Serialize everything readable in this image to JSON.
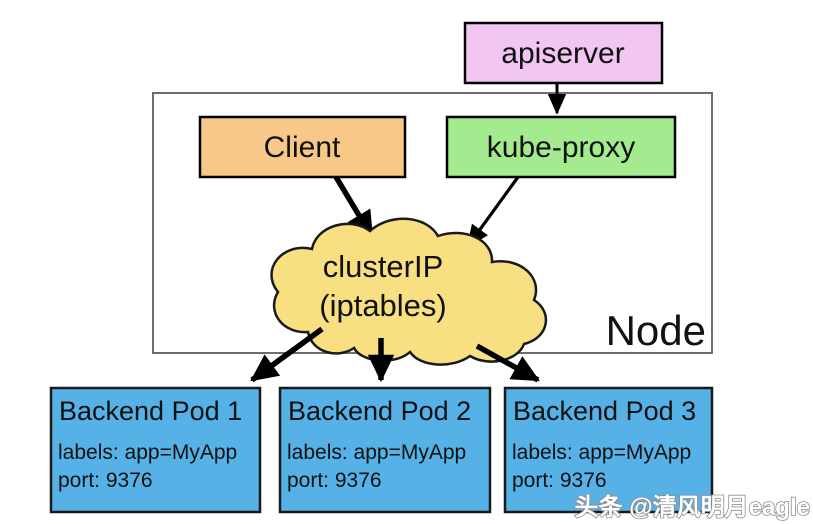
{
  "diagram": {
    "title_semantic": "Kubernetes Service clusterIP (iptables) proxy-mode diagram",
    "apiserver": {
      "label": "apiserver"
    },
    "node": {
      "label": "Node"
    },
    "client": {
      "label": "Client"
    },
    "kube_proxy": {
      "label": "kube-proxy"
    },
    "cluster_ip": {
      "line1": "clusterIP",
      "line2": "(iptables)"
    },
    "pods": [
      {
        "title": "Backend Pod 1",
        "labels": "labels: app=MyApp",
        "port": "port: 9376"
      },
      {
        "title": "Backend Pod 2",
        "labels": "labels: app=MyApp",
        "port": "port: 9376"
      },
      {
        "title": "Backend Pod 3",
        "labels": "labels: app=MyApp",
        "port": "port: 9376"
      }
    ],
    "edges": [
      {
        "from": "apiserver",
        "to": "kube-proxy"
      },
      {
        "from": "Client",
        "to": "clusterIP (iptables)"
      },
      {
        "from": "kube-proxy",
        "to": "clusterIP (iptables)"
      },
      {
        "from": "clusterIP (iptables)",
        "to": "Backend Pod 1"
      },
      {
        "from": "clusterIP (iptables)",
        "to": "Backend Pod 2"
      },
      {
        "from": "clusterIP (iptables)",
        "to": "Backend Pod 3"
      }
    ],
    "watermark": "头条 @清风明月eagle",
    "colors": {
      "apiserver_fill": "#f2c6f2",
      "client_fill": "#f8c888",
      "kube_proxy_fill": "#a4eb90",
      "cloud_fill": "#f7df82",
      "pod_fill": "#55b1e6",
      "node_border": "#6e6e6e",
      "box_border": "#000000",
      "arrow": "#000000"
    }
  }
}
